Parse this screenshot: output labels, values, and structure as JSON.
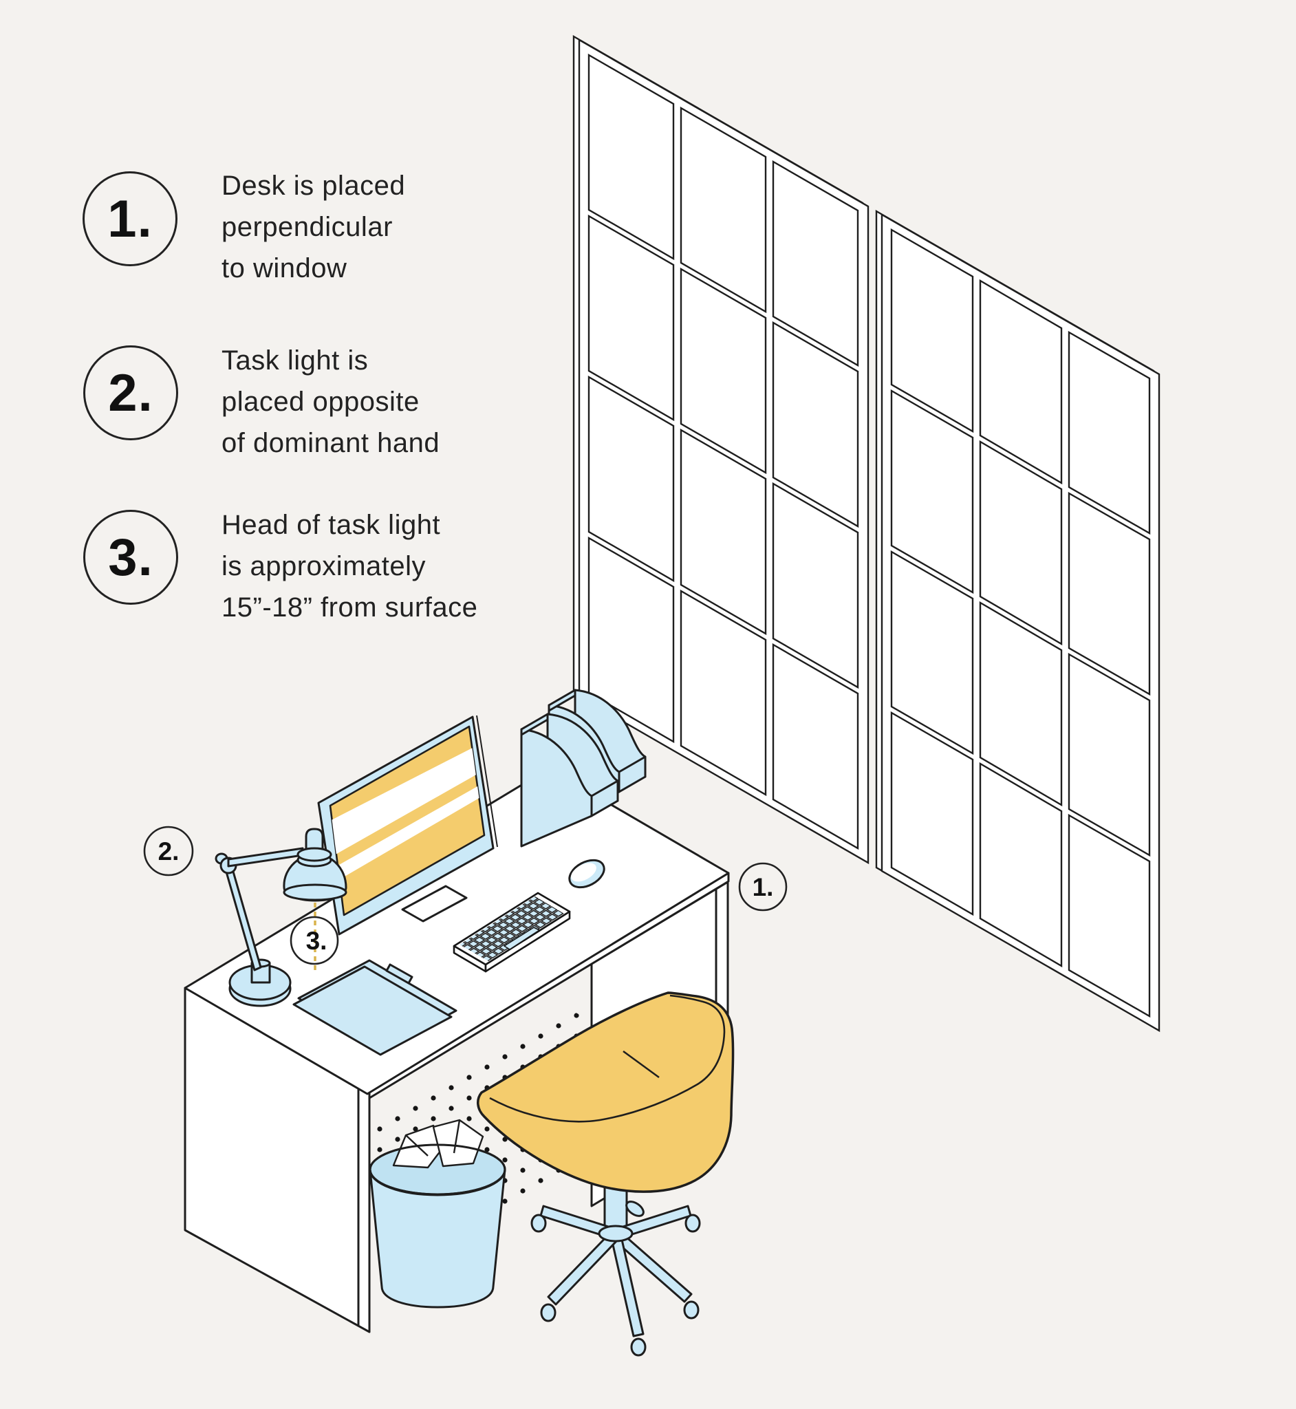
{
  "tips": [
    {
      "number": "1.",
      "lines": [
        "Desk is placed",
        "perpendicular",
        "to window"
      ]
    },
    {
      "number": "2.",
      "lines": [
        "Task light is",
        "placed opposite",
        "of dominant hand"
      ]
    },
    {
      "number": "3.",
      "lines": [
        "Head of task light",
        "is approximately",
        "15”-18” from surface"
      ]
    }
  ],
  "callouts": [
    {
      "label": "1."
    },
    {
      "label": "2."
    },
    {
      "label": "3."
    }
  ],
  "colors": {
    "background": "#F4F2EF",
    "outline": "#1E1E1E",
    "light_blue": "#CBE9F7",
    "yellow": "#F4CC6D",
    "dashed_line": "#D9B34C",
    "rug_dots": "#151515"
  }
}
